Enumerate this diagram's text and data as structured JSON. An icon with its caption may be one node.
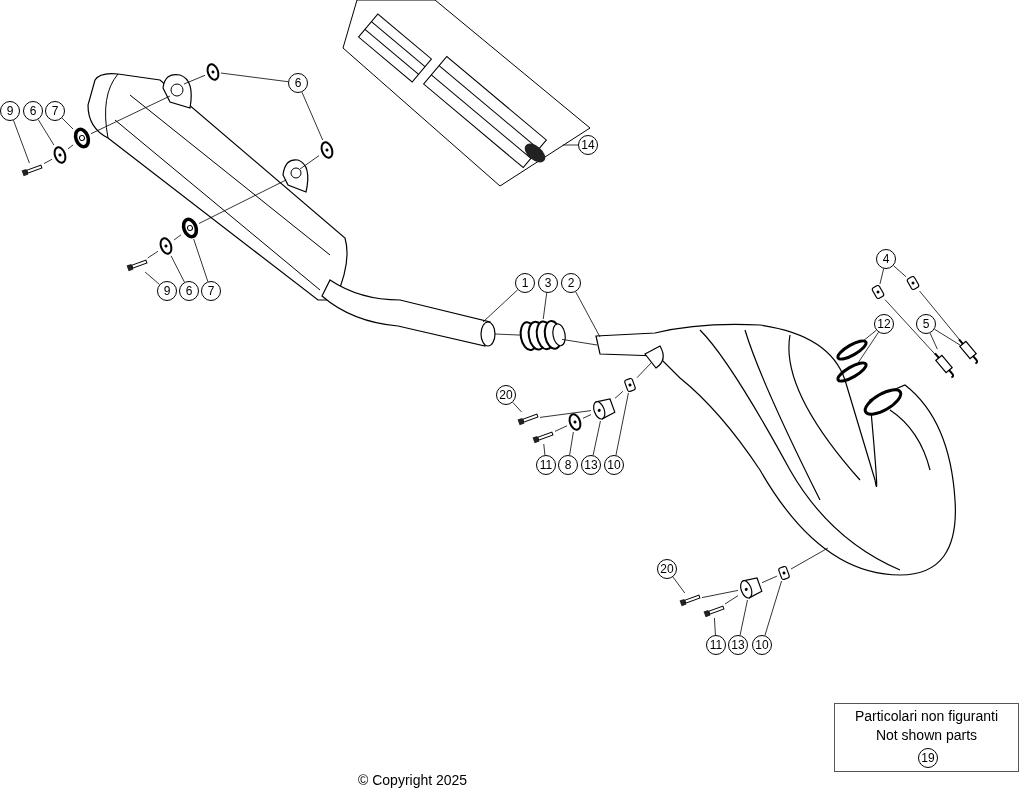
{
  "diagram": {
    "nodes": [
      {
        "text": [],
        "shape": "box"
      },
      {
        "text": [
          "6"
        ]
      },
      {
        "text": [
          "9"
        ]
      },
      {
        "text": [
          "6"
        ]
      },
      {
        "text": [
          "7"
        ]
      },
      {
        "text": [
          "14"
        ]
      },
      {
        "text": [
          "4"
        ]
      },
      {
        "text": [
          "1"
        ]
      },
      {
        "text": [
          "3"
        ]
      },
      {
        "text": [
          "2"
        ]
      },
      {
        "text": [
          "9"
        ]
      },
      {
        "text": [
          "6"
        ]
      },
      {
        "text": [
          "7"
        ]
      },
      {
        "text": [
          "12"
        ]
      },
      {
        "text": [
          "5"
        ]
      },
      {
        "text": [
          "20"
        ]
      },
      {
        "text": [
          "11"
        ]
      },
      {
        "text": [
          "8"
        ]
      },
      {
        "text": [
          "13"
        ]
      },
      {
        "text": [
          "10"
        ]
      },
      {
        "text": [
          "20"
        ]
      },
      {
        "text": [
          "11"
        ]
      },
      {
        "text": [
          "13"
        ]
      },
      {
        "text": [
          "10"
        ]
      },
      {
        "text": [
          "Particolari non figuranti",
          "Not shown parts"
        ]
      },
      {
        "text": [
          "19"
        ],
        "in": 24
      },
      {
        "text": [],
        "shape": "picture"
      },
      {
        "text": [],
        "shape": "picture"
      },
      {
        "text": [],
        "shape": "bolt"
      },
      {
        "text": [],
        "shape": "picture"
      },
      {
        "text": [],
        "shape": "picture"
      },
      {
        "text": [],
        "shape": "picture"
      },
      {
        "text": [],
        "shape": "picture"
      },
      {
        "text": [],
        "shape": "picture"
      },
      {
        "text": [],
        "shape": "picture"
      },
      {
        "text": [],
        "shape": "picture"
      },
      {
        "text": [],
        "shape": "bolt"
      },
      {
        "text": [],
        "shape": "picture"
      },
      {
        "text": [],
        "shape": "picture"
      },
      {
        "text": [],
        "shape": "ellipse"
      },
      {
        "text": [],
        "shape": "ellipse"
      },
      {
        "text": [],
        "shape": "spring"
      },
      {
        "text": [],
        "shape": "spring"
      },
      {
        "text": [],
        "shape": "bolt"
      },
      {
        "text": [],
        "shape": "bolt"
      },
      {
        "text": [],
        "shape": "picture"
      },
      {
        "text": [],
        "shape": "picture"
      },
      {
        "text": [],
        "shape": "picture"
      },
      {
        "text": [],
        "shape": "bolt"
      },
      {
        "text": [],
        "shape": "bolt"
      },
      {
        "text": [],
        "shape": "picture"
      },
      {
        "text": [],
        "shape": "picture"
      }
    ],
    "edges": [
      {
        "from": 1,
        "to": 26,
        "arrow": "none"
      },
      {
        "from": 1,
        "to": 27,
        "arrow": "none"
      },
      {
        "from": 2,
        "to": 28,
        "arrow": "none"
      },
      {
        "from": 3,
        "to": 29,
        "arrow": "none"
      },
      {
        "from": 4,
        "to": 30,
        "arrow": "none"
      },
      {
        "from": 5,
        "to": 0,
        "arrow": "none"
      },
      {
        "from": 6,
        "to": 31,
        "arrow": "none"
      },
      {
        "from": 6,
        "to": 32,
        "arrow": "none"
      },
      {
        "from": 7,
        "to": 33,
        "arrow": "none"
      },
      {
        "from": 8,
        "to": 34,
        "arrow": "none"
      },
      {
        "from": 9,
        "to": 35,
        "arrow": "none"
      },
      {
        "from": 10,
        "to": 36,
        "arrow": "none"
      },
      {
        "from": 11,
        "to": 37,
        "arrow": "none"
      },
      {
        "from": 12,
        "to": 38,
        "arrow": "none"
      },
      {
        "from": 13,
        "to": 39,
        "arrow": "none"
      },
      {
        "from": 13,
        "to": 40,
        "arrow": "none"
      },
      {
        "from": 14,
        "to": 41,
        "arrow": "none"
      },
      {
        "from": 14,
        "to": 42,
        "arrow": "none"
      },
      {
        "from": 15,
        "to": 43,
        "arrow": "none"
      },
      {
        "from": 16,
        "to": 44,
        "arrow": "none"
      },
      {
        "from": 17,
        "to": 45,
        "arrow": "none"
      },
      {
        "from": 18,
        "to": 46,
        "arrow": "none"
      },
      {
        "from": 19,
        "to": 47,
        "arrow": "none"
      },
      {
        "from": 20,
        "to": 48,
        "arrow": "none"
      },
      {
        "from": 21,
        "to": 49,
        "arrow": "none"
      },
      {
        "from": 22,
        "to": 50,
        "arrow": "none"
      },
      {
        "from": 23,
        "to": 51,
        "arrow": "none"
      },
      {
        "from": 28,
        "to": 29,
        "arrow": "none"
      },
      {
        "from": 29,
        "to": 30,
        "arrow": "none"
      },
      {
        "from": 30,
        "to": 33,
        "arrow": "none"
      },
      {
        "from": 26,
        "to": 33,
        "arrow": "none"
      },
      {
        "from": 36,
        "to": 37,
        "arrow": "none"
      },
      {
        "from": 37,
        "to": 38,
        "arrow": "none"
      },
      {
        "from": 38,
        "to": 33,
        "arrow": "none"
      },
      {
        "from": 27,
        "to": 33,
        "arrow": "none"
      },
      {
        "from": 33,
        "to": 34,
        "arrow": "none"
      },
      {
        "from": 34,
        "to": 35,
        "arrow": "none"
      },
      {
        "from": 43,
        "to": 46,
        "arrow": "none"
      },
      {
        "from": 44,
        "to": 45,
        "arrow": "none"
      },
      {
        "from": 45,
        "to": 46,
        "arrow": "none"
      },
      {
        "from": 46,
        "to": 47,
        "arrow": "none"
      },
      {
        "from": 47,
        "to": 35,
        "arrow": "none"
      },
      {
        "from": 48,
        "to": 50,
        "arrow": "none"
      },
      {
        "from": 49,
        "to": 50,
        "arrow": "none"
      },
      {
        "from": 50,
        "to": 51,
        "arrow": "none"
      },
      {
        "from": 51,
        "to": 35,
        "arrow": "none"
      },
      {
        "from": 31,
        "to": 41,
        "arrow": "none"
      },
      {
        "from": 32,
        "to": 42,
        "arrow": "none"
      }
    ],
    "labels": [
      "© Copyright 2025"
    ]
  }
}
